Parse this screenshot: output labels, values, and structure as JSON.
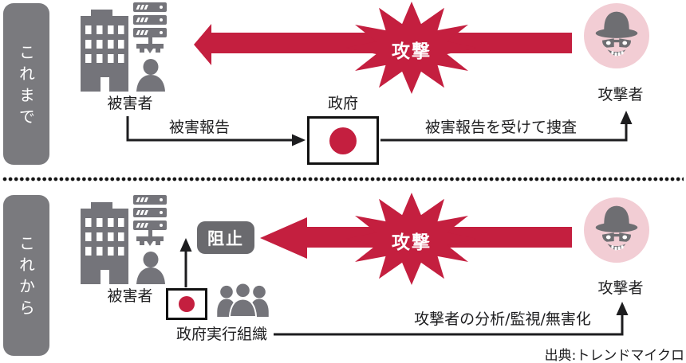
{
  "colors": {
    "accent_red": "#c41f3f",
    "attacker_bg_pink": "#f2cdd4",
    "icon_gray": "#74747a",
    "era_badge_gray": "#7a7a7e",
    "block_badge_gray": "#6a6a6e",
    "line_black": "#1d1d1f",
    "flag_border": "#111111"
  },
  "icons": {
    "victim": [
      "building-icon",
      "server-icon",
      "person-icon"
    ],
    "government": "japan-flag-icon",
    "organization": [
      "japan-flag-icon",
      "people-group-icon"
    ],
    "attacker": "hacker-icon",
    "attack": "starburst-icon",
    "separator": "dotted-line"
  },
  "sections": {
    "before": {
      "era_label": "これまで",
      "victim_label": "被害者",
      "attack_label": "攻撃",
      "attacker_label": "攻撃者",
      "government_label": "政府",
      "report_label": "被害報告",
      "investigate_label": "被害報告を受けて捜査"
    },
    "after": {
      "era_label": "これから",
      "victim_label": "被害者",
      "attack_label": "攻撃",
      "attacker_label": "攻撃者",
      "block_label": "阻止",
      "org_label": "政府実行組織",
      "analysis_label": "攻撃者の分析/監視/無害化"
    }
  },
  "source": "出典:トレンドマイクロ"
}
